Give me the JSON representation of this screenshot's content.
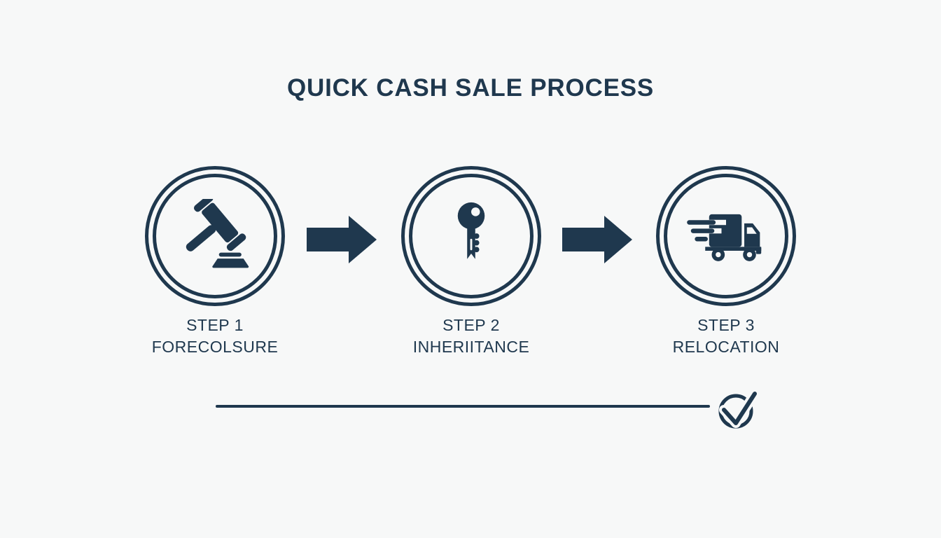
{
  "title": "QUICK CASH SALE PROCESS",
  "colors": {
    "ink": "#1f384e",
    "background": "#f7f8f8"
  },
  "steps": [
    {
      "step_label": "STEP 1",
      "name": "FORECOLSURE",
      "icon": "gavel-icon"
    },
    {
      "step_label": "STEP 2",
      "name": "INHERIITANCE",
      "icon": "key-icon"
    },
    {
      "step_label": "STEP 3",
      "name": "RELOCATION",
      "icon": "truck-icon"
    }
  ],
  "connectors": [
    {
      "icon": "arrow-right-icon"
    },
    {
      "icon": "arrow-right-icon"
    }
  ],
  "footer": {
    "icon": "check-circle-icon"
  }
}
